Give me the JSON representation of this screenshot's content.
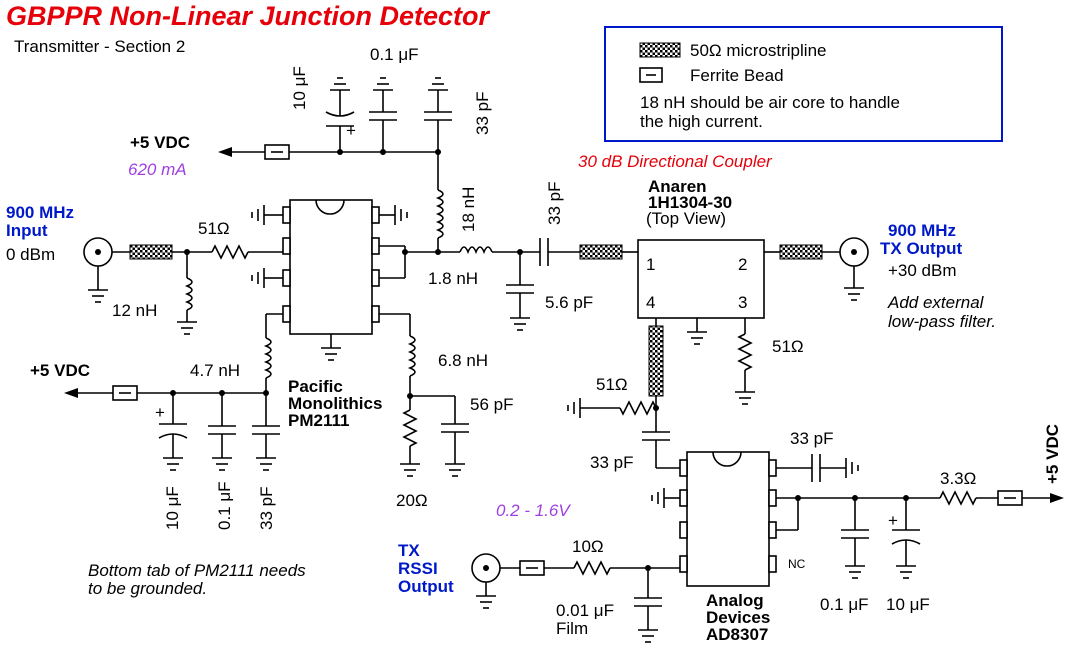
{
  "title": "GBPPR Non-Linear Junction Detector",
  "subtitle": "Transmitter - Section 2",
  "legend": {
    "microstrip": "50Ω microstripline",
    "ferrite": "Ferrite Bead",
    "note_line1": "18 nH should be air core to handle",
    "note_line2": "the high current."
  },
  "labels": {
    "vdc_top": "+5 VDC",
    "ma": "620 mA",
    "cap10uF_top": "10 μF",
    "cap01uF_top": "0.1 μF",
    "cap33pF_top": "33 pF",
    "input_line1": "900 MHz",
    "input_line2": "Input",
    "input_level": "0 dBm",
    "r51_in": "51Ω",
    "l12": "12 nH",
    "l18": "18 nH",
    "l18_1": "1.8 nH",
    "c33_series": "33 pF",
    "c56": "5.6 pF",
    "coupler": "30 dB Directional Coupler",
    "anaren1": "Anaren",
    "anaren2": "1H1304-30",
    "anaren3": "(Top View)",
    "pin1": "1",
    "pin2": "2",
    "pin3": "3",
    "pin4": "4",
    "out_line1": "900 MHz",
    "out_line2": "TX Output",
    "out_level": "+30 dBm",
    "lpf1": "Add external",
    "lpf2": "low-pass filter.",
    "r51_3": "51Ω",
    "vdc_left": "+5 VDC",
    "l47": "4.7 nH",
    "pm1": "Pacific",
    "pm2": "Monolithics",
    "pm3": "PM2111",
    "l68": "6.8 nH",
    "c56pF": "56 pF",
    "r20": "20Ω",
    "cap10uF_b": "10 μF",
    "cap01uF_b": "0.1 μF",
    "cap33pF_b": "33 pF",
    "r51_cpl": "51Ω",
    "c33_cpl": "33 pF",
    "c33_ad": "33 pF",
    "r33": "3.3Ω",
    "vdc_right": "+5 VDC",
    "vrange": "0.2 - 1.6V",
    "rssi1": "TX",
    "rssi2": "RSSI",
    "rssi3": "Output",
    "r10": "10Ω",
    "c001_1": "0.01 μF",
    "c001_2": "Film",
    "ad1": "Analog",
    "ad2": "Devices",
    "ad3": "AD8307",
    "nc": "NC",
    "cap01_r": "0.1 μF",
    "cap10_r": "10 μF",
    "tab1": "Bottom tab of PM2111 needs",
    "tab2": "to be grounded."
  },
  "colors": {
    "title": "#e6000a",
    "port_labels": "#0019c8",
    "annotations": "#a040e0",
    "legend_border": "#0019c8"
  }
}
